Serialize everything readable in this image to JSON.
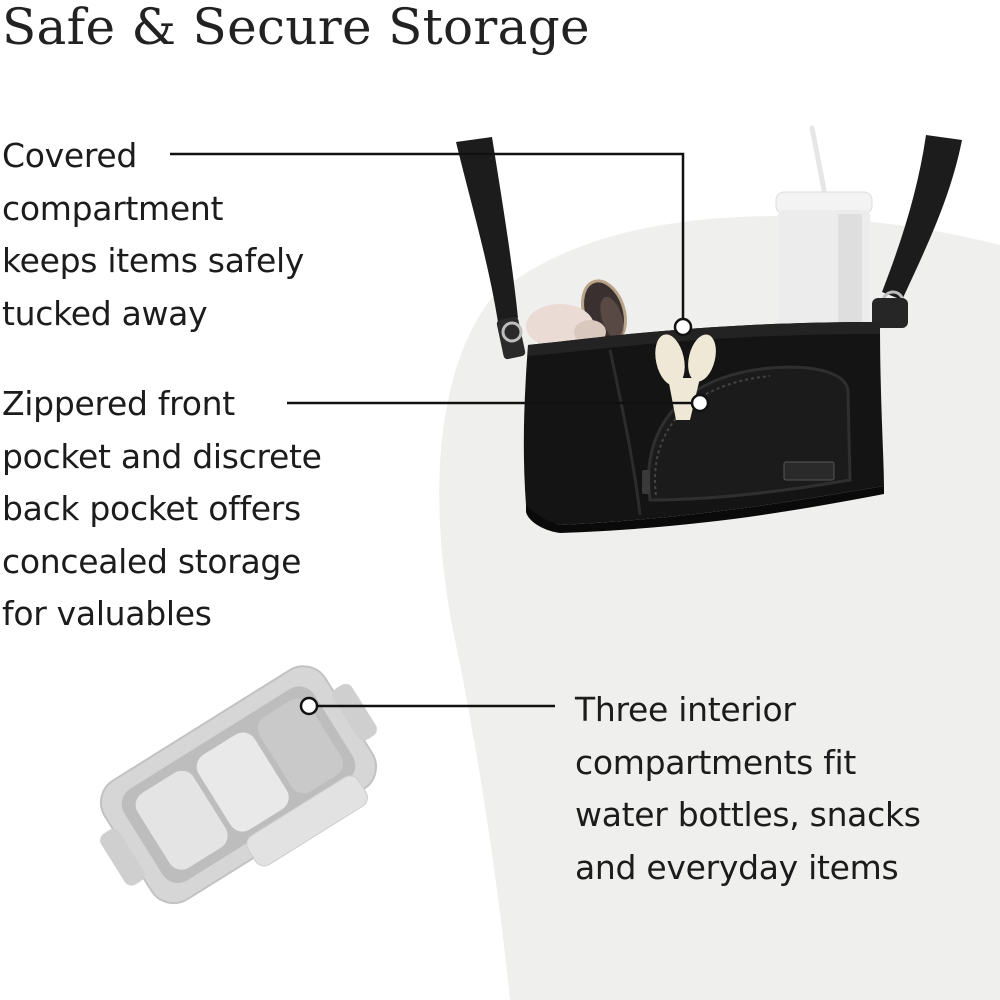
{
  "title": "Safe & Secure Storage",
  "callouts": {
    "covered": {
      "lines": [
        "Covered",
        "compartment",
        "keeps items safely",
        "tucked away"
      ]
    },
    "zippered": {
      "lines": [
        "Zippered front",
        "pocket and discrete",
        "back pocket offers",
        "concealed storage",
        "for valuables"
      ]
    },
    "interior": {
      "lines": [
        "Three interior",
        "compartments fit",
        "water bottles, snacks",
        "and everyday items"
      ]
    }
  },
  "colors": {
    "background": "#ffffff",
    "backdrop_curve": "#efefed",
    "organizer_black": "#141414",
    "organizer_gray": "#d9d9d9",
    "leader_line": "#111111",
    "text": "#1c1c1c"
  },
  "icons": {
    "leader_dot": "ring-marker",
    "brand_tag": "fabric-label-icon"
  }
}
